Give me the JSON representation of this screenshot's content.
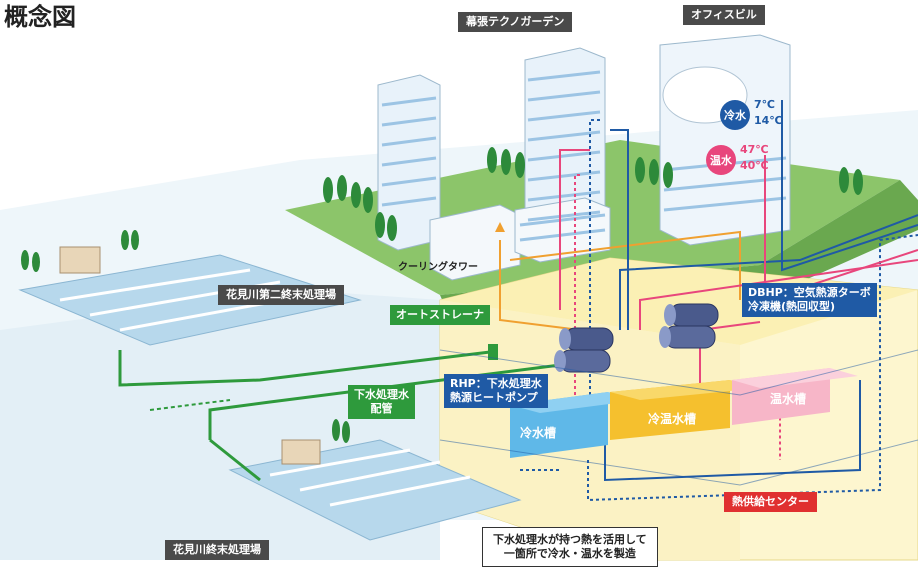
{
  "title": "概念図",
  "labels": {
    "makuhari": "幕張テクノガーデン",
    "office": "オフィスビル",
    "cooling_tower": "クーリングタワー",
    "hanamigawa2": "花見川第二終末処理場",
    "auto_strainer": "オートストレーナ",
    "dbhp_line1": "DBHP：空気熱源ターボ",
    "dbhp_line2": "冷凍機(熱回収型)",
    "rhp_line1": "RHP：下水処理水",
    "rhp_line2": "熱源ヒートポンプ",
    "sewage_pipe_line1": "下水処理水",
    "sewage_pipe_line2": "配管",
    "cold_tank": "冷水槽",
    "cold_hot_tank": "冷温水槽",
    "hot_tank": "温水槽",
    "heat_center": "熱供給センター",
    "hanamigawa": "花見川終末処理場",
    "caption_line1": "下水処理水が持つ熱を活用して",
    "caption_line2": "一箇所で冷水・温水を製造"
  },
  "temperatures": {
    "cold_label": "冷水",
    "cold_supply": "7℃",
    "cold_return": "14℃",
    "hot_label": "温水",
    "hot_supply": "47℃",
    "hot_return": "40℃"
  },
  "colors": {
    "cold": "#1f5aa5",
    "hot": "#e8467c",
    "sewage": "#2e9a3c",
    "cooling": "#f0a030",
    "heat_center_bg": "#fdf6cf",
    "ground": "#7dbb5a"
  }
}
